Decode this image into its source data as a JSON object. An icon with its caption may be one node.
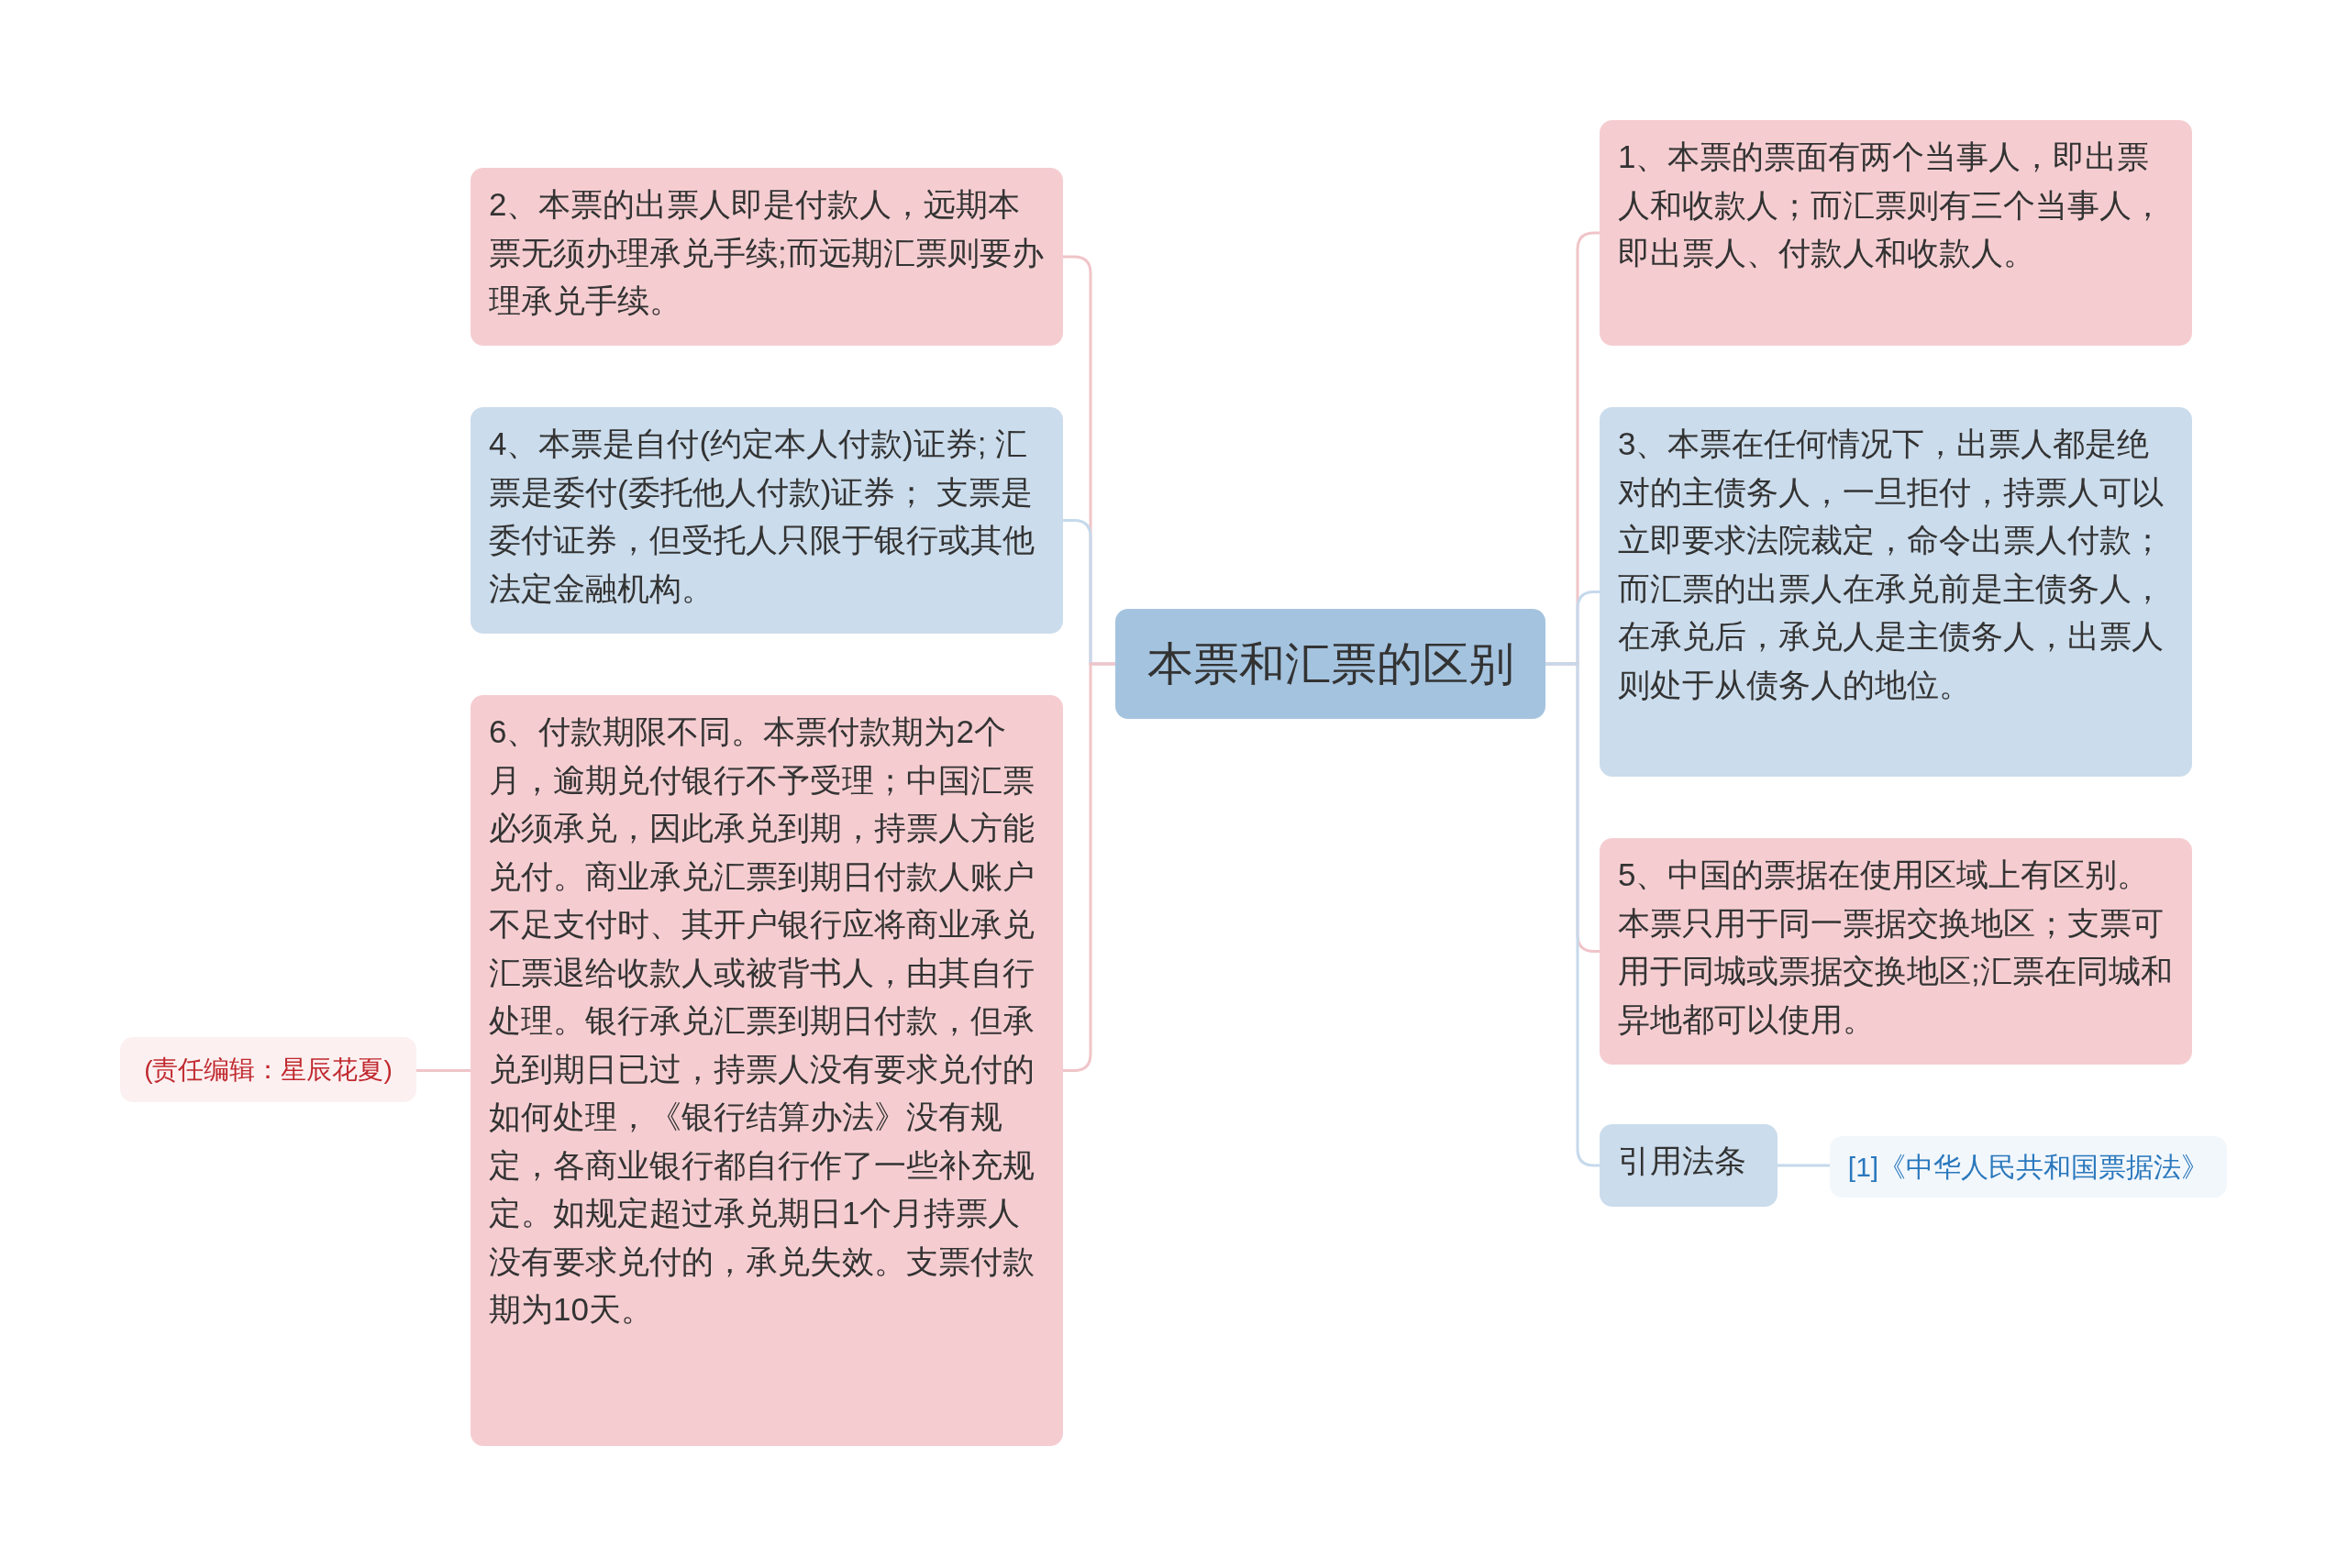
{
  "diagram": {
    "nodes": [
      {
        "text": [
          "本票和汇票的区别"
        ]
      },
      {
        "text": [
          "2、本票的出票人即是付款人，远期本票无须办理承兑手续;而远期汇票则要办理承兑手续。"
        ]
      },
      {
        "text": [
          "4、本票是自付(约定本人付款)证券; 汇票是委付(委托他人付款)证券； 支票是委付证券，但受托人只限于银行或其他法定金融机构。"
        ]
      },
      {
        "text": [
          "6、付款期限不同。本票付款期为2个月，逾期兑付银行不予受理；中国汇票必须承兑，因此承兑到期，持票人方能兑付。商业承兑汇票到期日付款人账户不足支付时、其开户银行应将商业承兑汇票退给收款人或被背书人，由其自行处理。银行承兑汇票到期日付款，但承兑到期日已过，持票人没有要求兑付的如何处理，《银行结算办法》没有规定，各商业银行都自行作了一些补充规定。如规定超过承兑期日1个月持票人没有要求兑付的，承兑失效。支票付款期为10天。"
        ]
      },
      {
        "text": [
          "(责任编辑：星辰花夏)"
        ]
      },
      {
        "text": [
          "1、本票的票面有两个当事人，即出票人和收款人；而汇票则有三个当事人，即出票人、付款人和收款人。"
        ]
      },
      {
        "text": [
          "3、本票在任何情况下，出票人都是绝对的主债务人，一旦拒付，持票人可以立即要求法院裁定，命令出票人付款；而汇票的出票人在承兑前是主债务人，在承兑后，承兑人是主债务人，出票人则处于从债务人的地位。"
        ]
      },
      {
        "text": [
          "5、中国的票据在使用区域上有区别。本票只用于同一票据交换地区；支票可用于同城或票据交换地区;汇票在同城和异地都可以使用。"
        ]
      },
      {
        "text": [
          "引用法条"
        ]
      },
      {
        "text": [
          "[1]《中华人民共和国票据法》"
        ]
      }
    ],
    "edges": [
      {
        "from": 0,
        "to": 1,
        "arrow": "none",
        "color": "#f0c4c8"
      },
      {
        "from": 0,
        "to": 2,
        "arrow": "none",
        "color": "#c6d9ec"
      },
      {
        "from": 0,
        "to": 3,
        "arrow": "none",
        "color": "#f0c4c8"
      },
      {
        "from": 3,
        "to": 4,
        "arrow": "none",
        "color": "#f0c4c8"
      },
      {
        "from": 0,
        "to": 5,
        "arrow": "none",
        "color": "#f0c4c8"
      },
      {
        "from": 0,
        "to": 6,
        "arrow": "none",
        "color": "#c6d9ec"
      },
      {
        "from": 0,
        "to": 7,
        "arrow": "none",
        "color": "#f0c4c8"
      },
      {
        "from": 0,
        "to": 8,
        "arrow": "none",
        "color": "#c6d9ec"
      },
      {
        "from": 8,
        "to": 9,
        "arrow": "none",
        "color": "#c6d9ec"
      }
    ]
  }
}
